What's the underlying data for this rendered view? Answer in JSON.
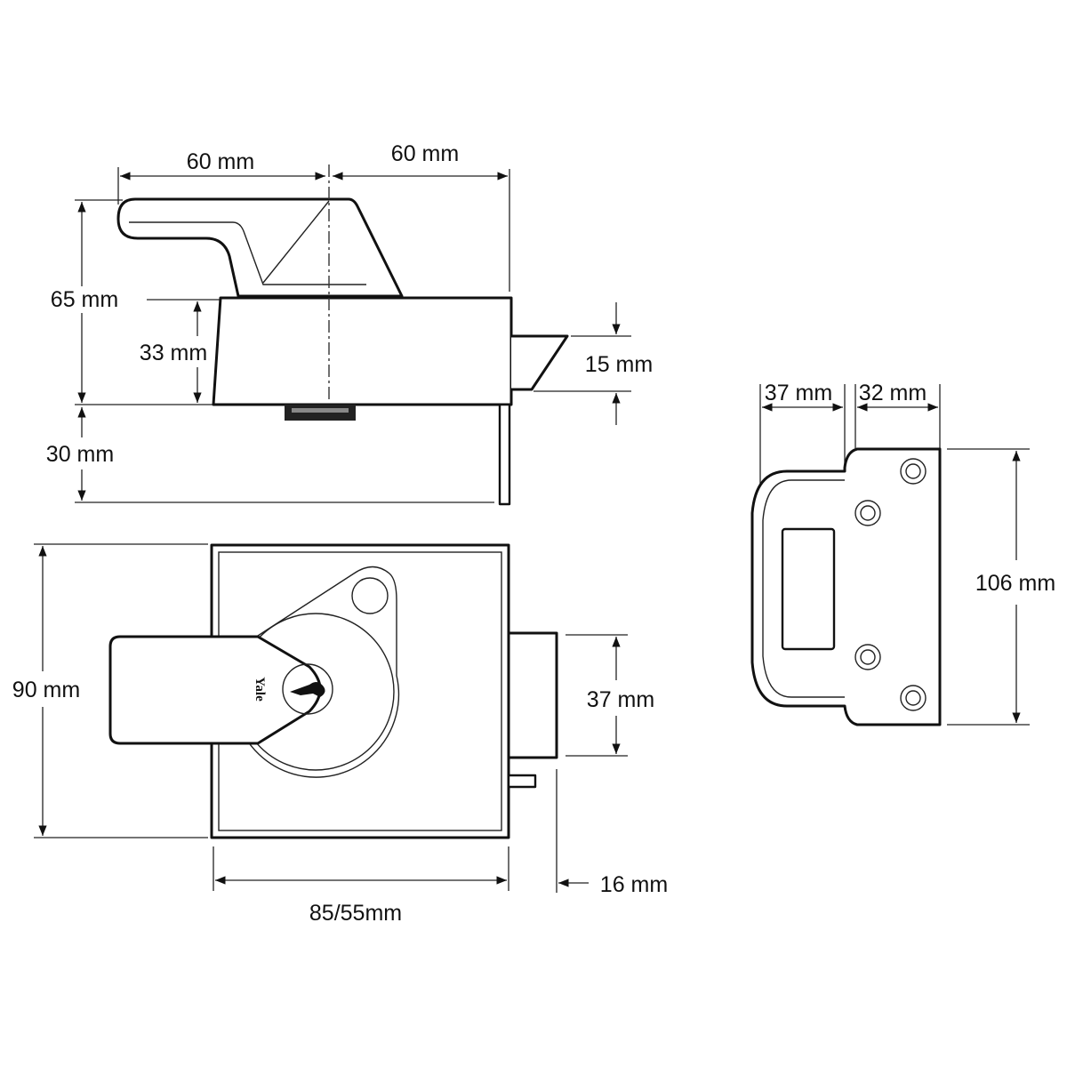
{
  "side_view": {
    "handle_reach": "60 mm",
    "latch_reach": "60 mm",
    "overall_height": "65 mm",
    "body_height": "33 mm",
    "staple_depth": "30 mm",
    "latch_bolt_height": "15 mm"
  },
  "front_view": {
    "height": "90 mm",
    "width": "85/55mm",
    "latch_height": "37 mm",
    "backset_offset": "16 mm",
    "brand_logo": "Yale"
  },
  "strike_plate": {
    "depth": "37 mm",
    "flange": "32 mm",
    "height": "106 mm"
  },
  "colors": {
    "line": "#111111",
    "background": "#ffffff"
  }
}
